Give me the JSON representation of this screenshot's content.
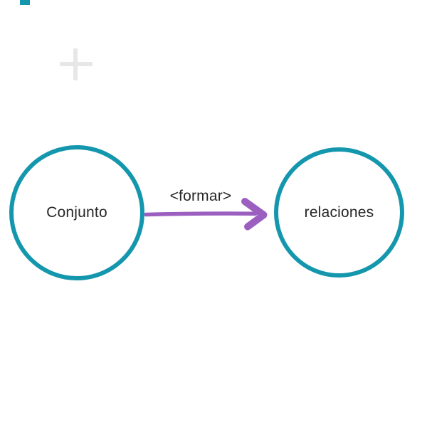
{
  "canvas": {
    "background_color": "#ffffff",
    "text_color": "#262626",
    "corner_fragment_color": "#1497ad",
    "crosshair_color": "#e7e7e7"
  },
  "diagram": {
    "nodes": [
      {
        "id": "conjunto",
        "shape": "circle",
        "label": "Conjunto",
        "stroke_color": "#1497ad",
        "fill_color": "#ffffff"
      },
      {
        "id": "relaciones",
        "shape": "circle",
        "label": "relaciones",
        "stroke_color": "#1497ad",
        "fill_color": "#ffffff"
      }
    ],
    "connector": {
      "from": "Conjunto",
      "to": "relaciones",
      "label": "<formar>",
      "color": "#9b5fc0",
      "direction": "right"
    }
  }
}
